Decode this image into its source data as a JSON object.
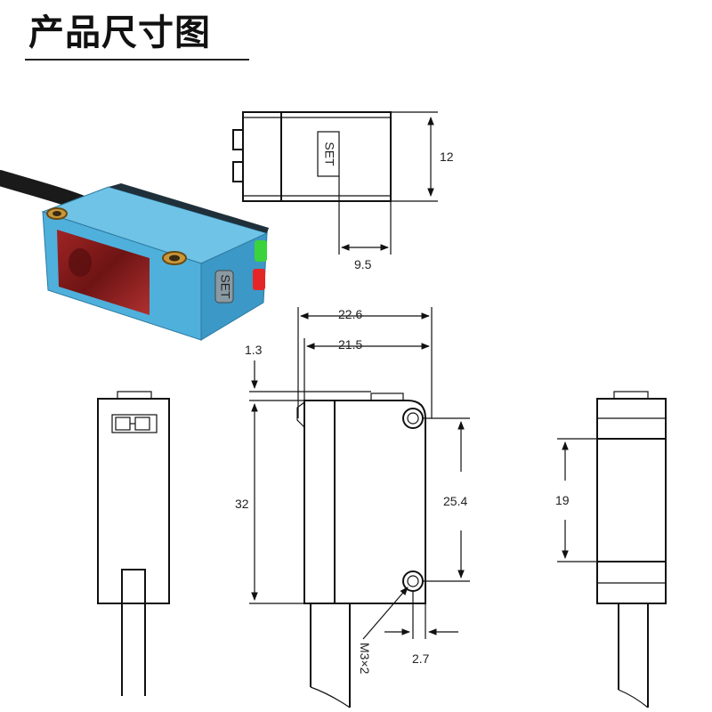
{
  "title": "产品尺寸图",
  "photo": {
    "button_label": "SET"
  },
  "top_view": {
    "set_label": "SET",
    "height_dim": "12",
    "offset_dim": "9.5"
  },
  "front_view": {
    "overall_width_dim": "22.6",
    "body_width_dim": "21.5",
    "step_dim": "1.3",
    "height_dim": "32",
    "hole_spacing_dim": "25.4",
    "hole_offset_dim": "2.7",
    "hole_callout": "M3×2"
  },
  "right_view": {
    "window_height_dim": "19"
  },
  "colors": {
    "housing_blue": "#4fb0dc",
    "lens_red": "#8a1b1b",
    "led_green": "#3bd33b",
    "led_red": "#e52626",
    "cable": "#1a1a1a"
  }
}
